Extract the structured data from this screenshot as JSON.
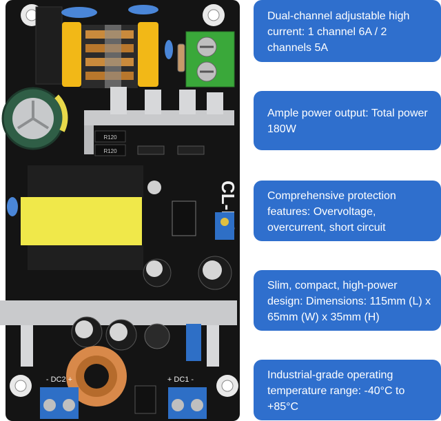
{
  "board": {
    "silkscreen_model": "CL-K3",
    "dc1_label": "+ DC1 -",
    "dc2_label": "- DC2 +",
    "chip_labels": [
      "R120",
      "R120"
    ]
  },
  "features": [
    {
      "text": "Dual-channel adjustable high current: 1 channel 6A / 2 channels 5A"
    },
    {
      "text": "Ample power output: Total power 180W"
    },
    {
      "text": "Comprehensive protection features: Overvoltage, overcurrent, short circuit"
    },
    {
      "text": "Slim, compact, high-power design: Dimensions: 115mm (L) x 65mm (W) x 35mm (H)"
    },
    {
      "text": "Industrial-grade operating temperature range: -40°C to +85°C"
    }
  ],
  "colors": {
    "card_background": "#2f6fcd",
    "card_text": "#ffffff",
    "pcb": "#141414",
    "heatsink": "#c9cacc",
    "terminal_green": "#3aa83a",
    "terminal_blue": "#2e6fc6",
    "transformer_yellow": "#f0e84a"
  }
}
